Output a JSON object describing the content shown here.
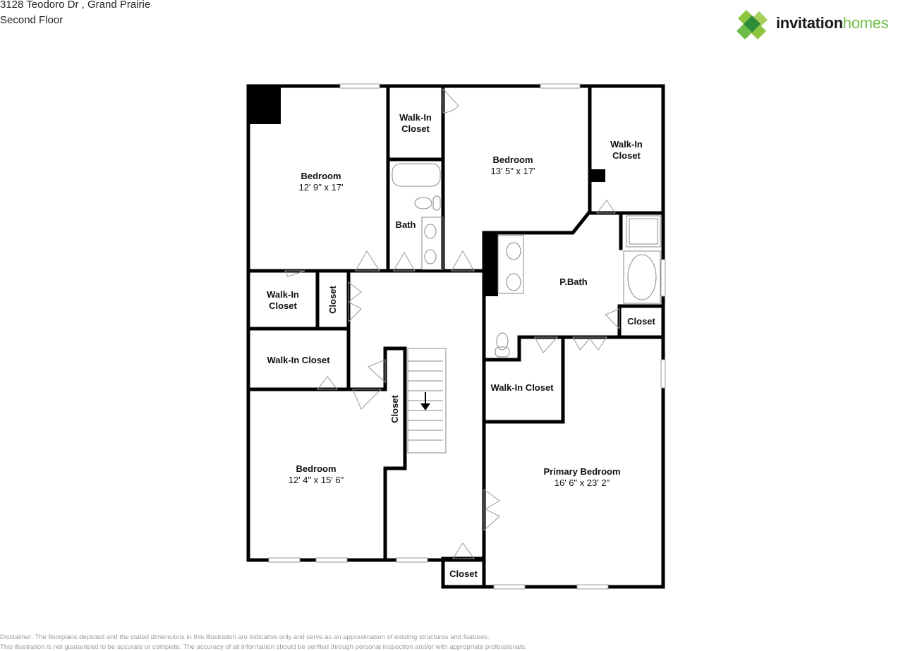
{
  "header": {
    "address": "3128 Teodoro Dr , Grand Prairie",
    "floor": "Second Floor"
  },
  "logo": {
    "word1": "invitation",
    "word2": "homes",
    "icon": "green-diamond-cluster-icon",
    "colors": {
      "dark_green": "#2e8b3a",
      "light_green": "#8cc63f",
      "text_dark": "#1a1a1a",
      "text_green": "#6cbd45"
    }
  },
  "rooms": {
    "bedroom_nw": {
      "name": "Bedroom",
      "dims": "12' 9\" x 17'"
    },
    "wic_top": {
      "name": "Walk-In\nCloset",
      "line1": "Walk-In",
      "line2": "Closet"
    },
    "bath": {
      "name": "Bath"
    },
    "bedroom_n": {
      "name": "Bedroom",
      "dims": "13' 5\" x 17'"
    },
    "wic_ne": {
      "line1": "Walk-In",
      "line2": "Closet"
    },
    "pbath": {
      "name": "P.Bath"
    },
    "closet_pbath": {
      "name": "Closet"
    },
    "wic_w1": {
      "line1": "Walk-In",
      "line2": "Closet"
    },
    "closet_w_vertical": {
      "name": "Closet"
    },
    "wic_w2": {
      "name": "Walk-In Closet"
    },
    "closet_stair": {
      "name": "Closet"
    },
    "wic_primary": {
      "name": "Walk-In Closet"
    },
    "bedroom_sw": {
      "name": "Bedroom",
      "dims": "12' 4\" x 15' 6\""
    },
    "primary_bedroom": {
      "name": "Primary Bedroom",
      "dims": "16' 6\" x 23' 2\""
    },
    "closet_s": {
      "name": "Closet"
    }
  },
  "stairs": {
    "direction": "down",
    "icon": "arrow-down-icon"
  },
  "disclaimer": {
    "line1": "Disclaimer: The floorplans depicted and the stated dimensions in this illustration are indicative only and serve as an approximation of existing structures and features.",
    "line2": "This illustration is not guaranteed to be accurate or complete. The accuracy of all information should be verified through personal inspection and/or with appropriate professionals."
  }
}
